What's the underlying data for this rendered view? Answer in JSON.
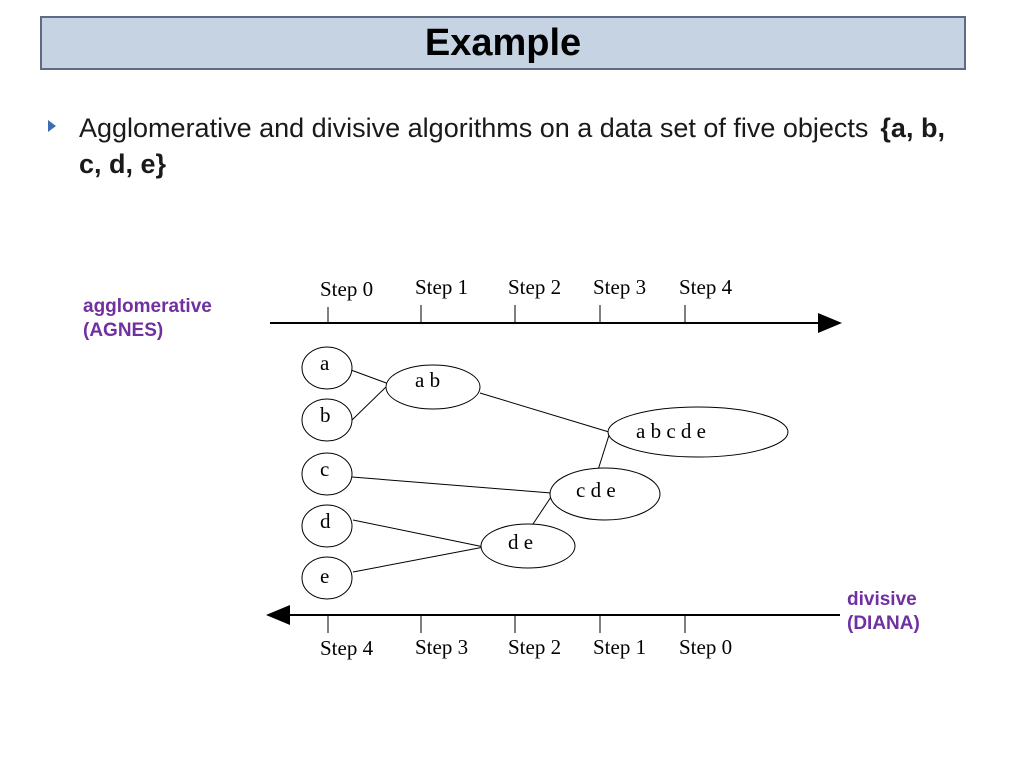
{
  "title": "Example",
  "bullet": {
    "text": "Agglomerative and divisive algorithms on a data set of five objects",
    "emphasis": "{a, b, c, d, e}"
  },
  "agglomerative": {
    "label_line1": "agglomerative",
    "label_line2": "(AGNES)",
    "steps": [
      "Step 0",
      "Step 1",
      "Step 2",
      "Step 3",
      "Step 4"
    ]
  },
  "divisive": {
    "label_line1": "divisive",
    "label_line2": "(DIANA)",
    "steps": [
      "Step 4",
      "Step 3",
      "Step 2",
      "Step 1",
      "Step 0"
    ]
  },
  "nodes": {
    "a": "a",
    "b": "b",
    "c": "c",
    "d": "d",
    "e": "e",
    "ab": "a b",
    "de": "d e",
    "cde": "c d e",
    "abcde": "a b c d e"
  },
  "colors": {
    "label": "#7030a0",
    "title_bg": "#c5d3e2",
    "title_border": "#5f6b85",
    "bullet": "#3b6fb0"
  }
}
